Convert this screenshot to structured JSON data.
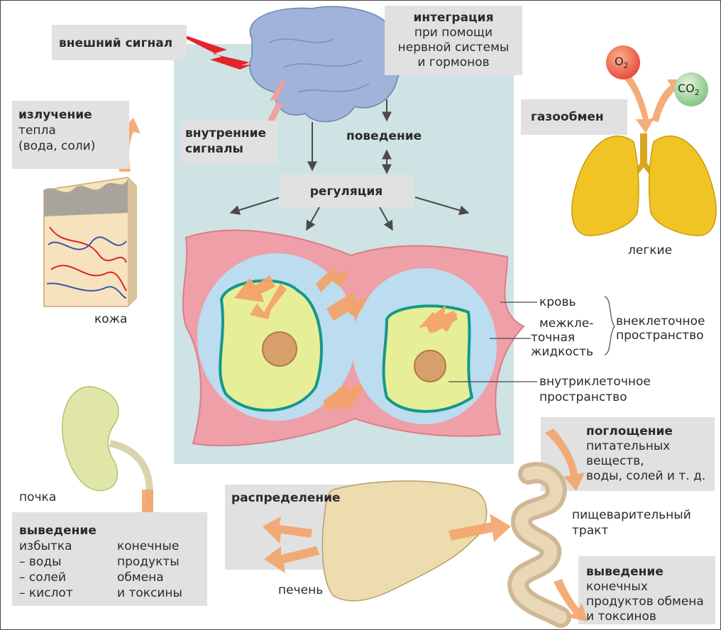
{
  "external_signal": "внешний сигнал",
  "integration": {
    "title": "интеграция",
    "line1": "при помощи",
    "line2": "нервной системы",
    "line3": "и гормонов"
  },
  "internal_signals": {
    "line1": "внутренние",
    "line2": "сигналы"
  },
  "behavior": "поведение",
  "regulation": "регуляция",
  "radiation": {
    "title": "излучение",
    "line1": "тепла",
    "line2": "(вода, соли)"
  },
  "skin": "кожа",
  "gas_exchange": "газообмен",
  "o2": {
    "base": "O",
    "sub": "2"
  },
  "co2": {
    "base": "CO",
    "sub": "2"
  },
  "lungs": "легкие",
  "compartments": {
    "blood": "кровь",
    "interstitial": {
      "line1": "межкле-",
      "line2": "точная",
      "line3": "жидкость"
    },
    "extracellular": {
      "line1": "внеклеточное",
      "line2": "пространство"
    },
    "intracellular": {
      "line1": "внутриклеточное",
      "line2": "пространство"
    }
  },
  "kidney": "почка",
  "excretion_kidney": {
    "title": "выведение",
    "excess": "избытка",
    "items": [
      "– воды",
      "– солей",
      "– кислот"
    ],
    "end_products": [
      "конечные",
      "продукты",
      "обмена",
      "и токсины"
    ]
  },
  "distribution": "распределение",
  "liver": "печень",
  "absorption": {
    "title": "поглощение",
    "line1": "питательных",
    "line2": "веществ,",
    "line3": "воды, солей и т. д."
  },
  "digestive_tract": {
    "line1": "пищеварительный",
    "line2": "тракт"
  },
  "excretion_gut": {
    "title": "выведение",
    "line1": "конечных",
    "line2": "продуктов обмена",
    "line3": "и токсинов"
  },
  "colors": {
    "panel": "#cfe2e4",
    "label_box": "#e1e1e2",
    "arrow_orange": "#f3a46a",
    "signal_red": "#e3242b",
    "brain": "#9fb4d8",
    "lungs": "#f1c425",
    "kidney": "#dfe6a8",
    "liver": "#ecdcae",
    "cell_wall": "#ef9fa7",
    "interstitial": "#bcdcef",
    "cytoplasm": "#e6ef98",
    "membrane": "#14988c"
  }
}
